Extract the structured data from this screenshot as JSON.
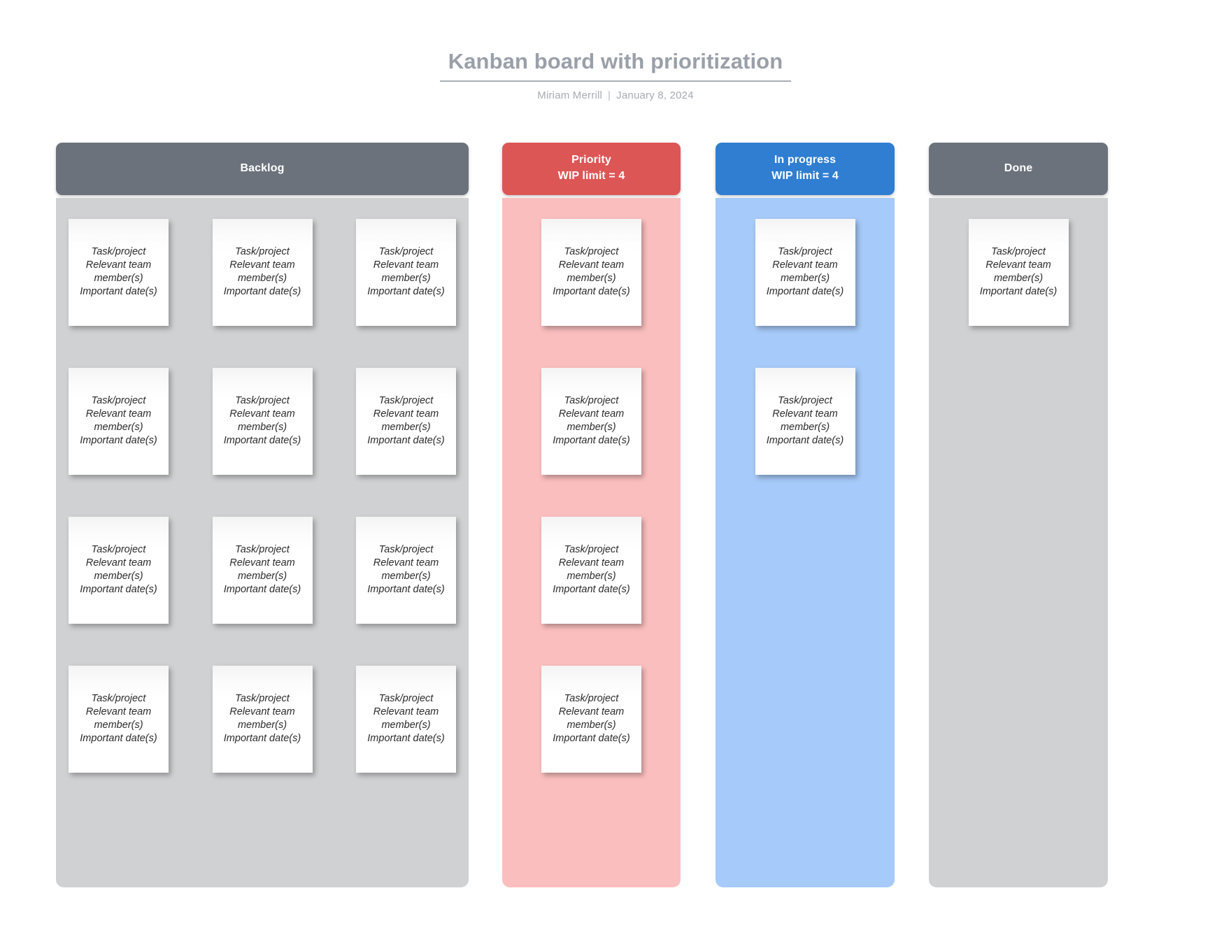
{
  "header": {
    "title": "Kanban board with prioritization",
    "author": "Miriam Merrill",
    "separator": "|",
    "date": "January 8, 2024"
  },
  "card": {
    "line1": "Task/project",
    "line2": "Relevant team",
    "line3": "member(s)",
    "line4": "Important date(s)",
    "text": "Task/project\nRelevant team\nmember(s)\nImportant date(s)"
  },
  "colors": {
    "header_gray": "#6b727b",
    "header_red": "#dd5656",
    "header_blue": "#2f7ed1",
    "body_gray": "#d0d1d3",
    "body_pink": "#fbbebe",
    "body_blue": "#a6caf9",
    "title_text": "#9aa0a9"
  },
  "columns": [
    {
      "id": "backlog",
      "title": "Backlog",
      "wip_label": "",
      "header_color": "#6b727b",
      "body_color": "#d0d1d3",
      "card_count": 12
    },
    {
      "id": "priority",
      "title": "Priority",
      "wip_label": "WIP limit = 4",
      "header_color": "#dd5656",
      "body_color": "#fbbebe",
      "card_count": 4
    },
    {
      "id": "in-progress",
      "title": "In progress",
      "wip_label": "WIP limit = 4",
      "header_color": "#2f7ed1",
      "body_color": "#a6caf9",
      "card_count": 2
    },
    {
      "id": "done",
      "title": "Done",
      "wip_label": "",
      "header_color": "#6b727b",
      "body_color": "#d0d1d3",
      "card_count": 1
    }
  ]
}
